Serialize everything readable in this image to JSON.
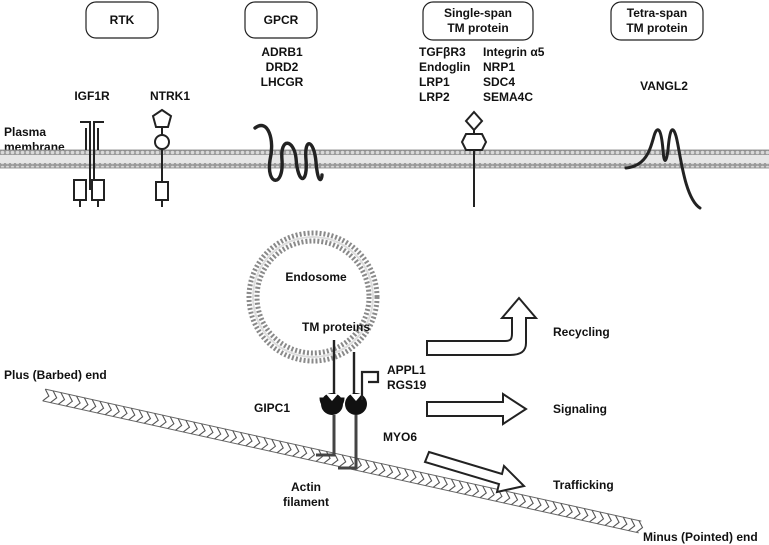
{
  "categories": {
    "rtk": "RTK",
    "gpcr": "GPCR",
    "single_span": [
      "Single-span",
      "TM  protein"
    ],
    "tetra_span": [
      "Tetra-span",
      "TM  protein"
    ]
  },
  "gpcr_members": [
    "ADRB1",
    "DRD2",
    "LHCGR"
  ],
  "single_span_members_left": [
    "TGFβR3",
    "Endoglin",
    "LRP1",
    "LRP2"
  ],
  "single_span_members_right": [
    "Integrin α5",
    "NRP1",
    "SDC4",
    "SEMA4C"
  ],
  "rtk_members": [
    "IGF1R",
    "NTRK1"
  ],
  "tetra_span_member": "VANGL2",
  "membrane_label": [
    "Plasma",
    "membrane"
  ],
  "endosome_label": "Endosome",
  "tm_proteins_label": "TM  proteins",
  "gipc1_label": "GIPC1",
  "appl1_label": "APPL1",
  "rgs19_label": "RGS19",
  "myo6_label": "MYO6",
  "plus_end_label": "Plus  (Barbed)  end",
  "minus_end_label": "Minus  (Pointed)  end",
  "actin_label": [
    "Actin",
    "filament"
  ],
  "outcomes": {
    "recycling": "Recycling",
    "signaling": "Signaling",
    "trafficking": "Trafficking"
  },
  "colors": {
    "membrane_fill": "#c9c9c9",
    "membrane_stroke": "#7a7a7a",
    "ink": "#222222",
    "myo6_leg": "#555555"
  }
}
